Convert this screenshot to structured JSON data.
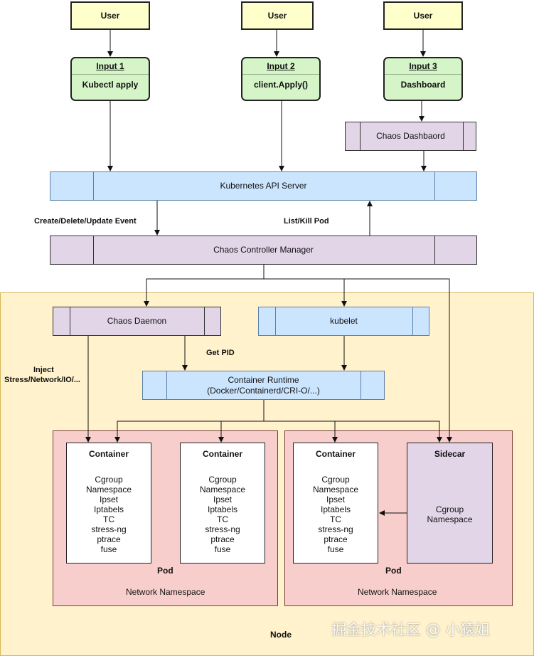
{
  "users": [
    "User",
    "User",
    "User"
  ],
  "inputs": [
    {
      "title": "Input 1",
      "body": "Kubectl apply"
    },
    {
      "title": "Input 2",
      "body": "client.Apply()"
    },
    {
      "title": "Input 3",
      "body": "Dashboard"
    }
  ],
  "chaos_dashboard": "Chaos Dashbaord",
  "api_server": "Kubernetes API Server",
  "controller_manager": "Chaos Controller Manager",
  "edge_labels": {
    "create_event": "Create/Delete/Update Event",
    "list_kill": "List/Kill Pod",
    "get_pid": "Get PID",
    "inject_line1": "Inject",
    "inject_line2": "Stress/Network/IO/..."
  },
  "chaos_daemon": "Chaos Daemon",
  "kubelet": "kubelet",
  "runtime": {
    "line1": "Container Runtime",
    "line2": "(Docker/Containerd/CRI-O/...)"
  },
  "container_title": "Container",
  "container_items": [
    "Cgroup",
    "Namespace",
    "Ipset",
    "Iptabels",
    "TC",
    "stress-ng",
    "ptrace",
    "fuse"
  ],
  "sidecar": {
    "title": "Sidecar",
    "items": [
      "Cgroup",
      "Namespace"
    ]
  },
  "pod_label": "Pod",
  "network_namespace_label": "Network Namespace",
  "node_label": "Node",
  "watermark": "掘金技术社区 @ 小猿姐",
  "colors": {
    "user": "#ffffcc",
    "input": "#d5f5c8",
    "purple": "#e1d5e7",
    "blue": "#cce5ff",
    "pod": "#f8cecc",
    "node": "#fff2cc"
  }
}
